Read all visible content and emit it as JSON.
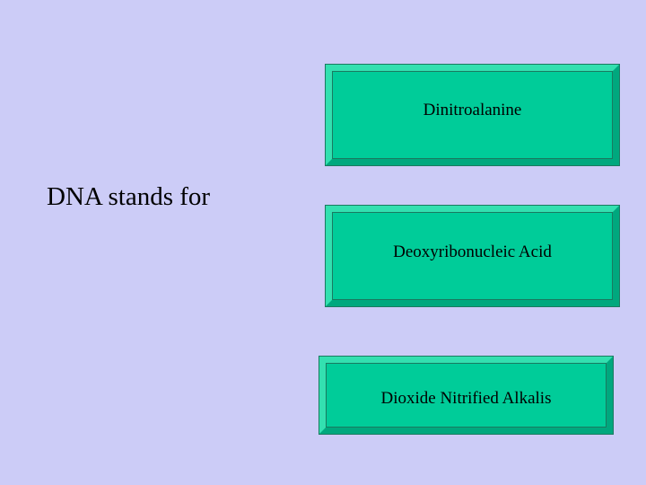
{
  "slide": {
    "background_color": "#ccccf7",
    "question": "DNA stands for",
    "choice_fill_color": "#00cc99",
    "choices": [
      {
        "label": "Dinitroalanine"
      },
      {
        "label": "Deoxyribonucleic Acid"
      },
      {
        "label": "Dioxide Nitrified Alkalis"
      }
    ]
  }
}
